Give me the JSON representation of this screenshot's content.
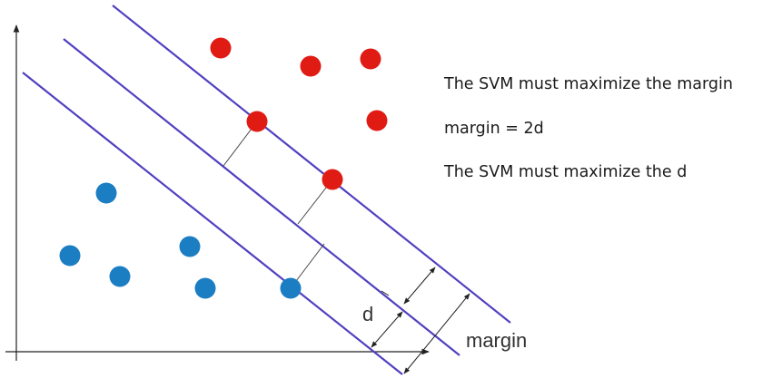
{
  "notes": [
    "The SVM must maximize the margin",
    "margin = 2d",
    "The SVM must maximize the d"
  ],
  "labels": {
    "d": "d",
    "margin": "margin"
  },
  "colors": {
    "hyperplane": "#5040c0",
    "class_red": "#e01b14",
    "class_blue": "#1b7dc2",
    "axis": "#222222",
    "guide": "#333333"
  },
  "icons": {
    "arrow_heads": "arrow-head-icon"
  }
}
